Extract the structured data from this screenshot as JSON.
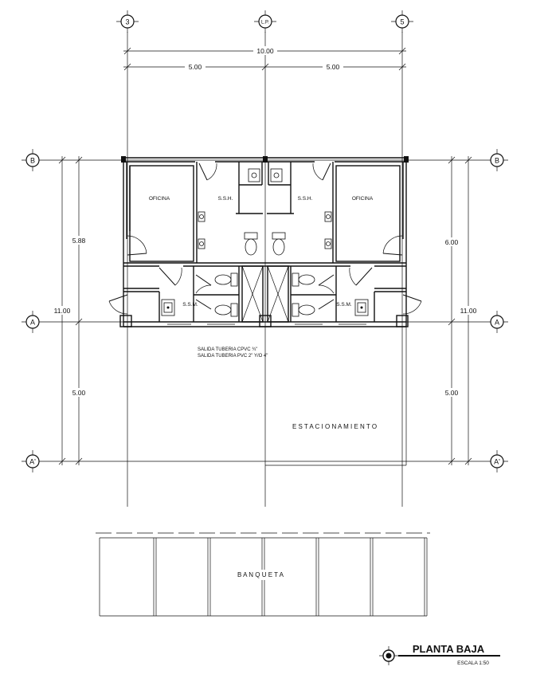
{
  "grid_axes": {
    "top": [
      "3",
      "L.P.",
      "5"
    ],
    "left": [
      "B",
      "A",
      "A'"
    ],
    "right": [
      "B",
      "A",
      "A'"
    ]
  },
  "dimensions": {
    "total_width": "10.00",
    "left_width": "5.00",
    "right_width": "5.00",
    "left_upper": "5.88",
    "right_upper": "6.00",
    "left_total": "11.00",
    "right_total": "11.00",
    "left_lower": "5.00",
    "right_lower": "5.00"
  },
  "rooms": {
    "office_left": "OFICINA",
    "office_right": "OFICINA",
    "ssh_left": "S.S.H.",
    "ssh_right": "S.S.H.",
    "ssm_left": "S.S.M.",
    "ssm_right": "S.S.M."
  },
  "notes": {
    "pipe_1": "SALIDA TUBERIA CPVC ¾\"",
    "pipe_2": "SALIDA TUBERIA PVC 2\" Y/O 4\""
  },
  "areas": {
    "parking": "E S T A C I O N A M I E N T O",
    "sidewalk": "B A N Q U E T A"
  },
  "title_block": {
    "title": "PLANTA BAJA",
    "scale": "ESCALA 1:50"
  }
}
